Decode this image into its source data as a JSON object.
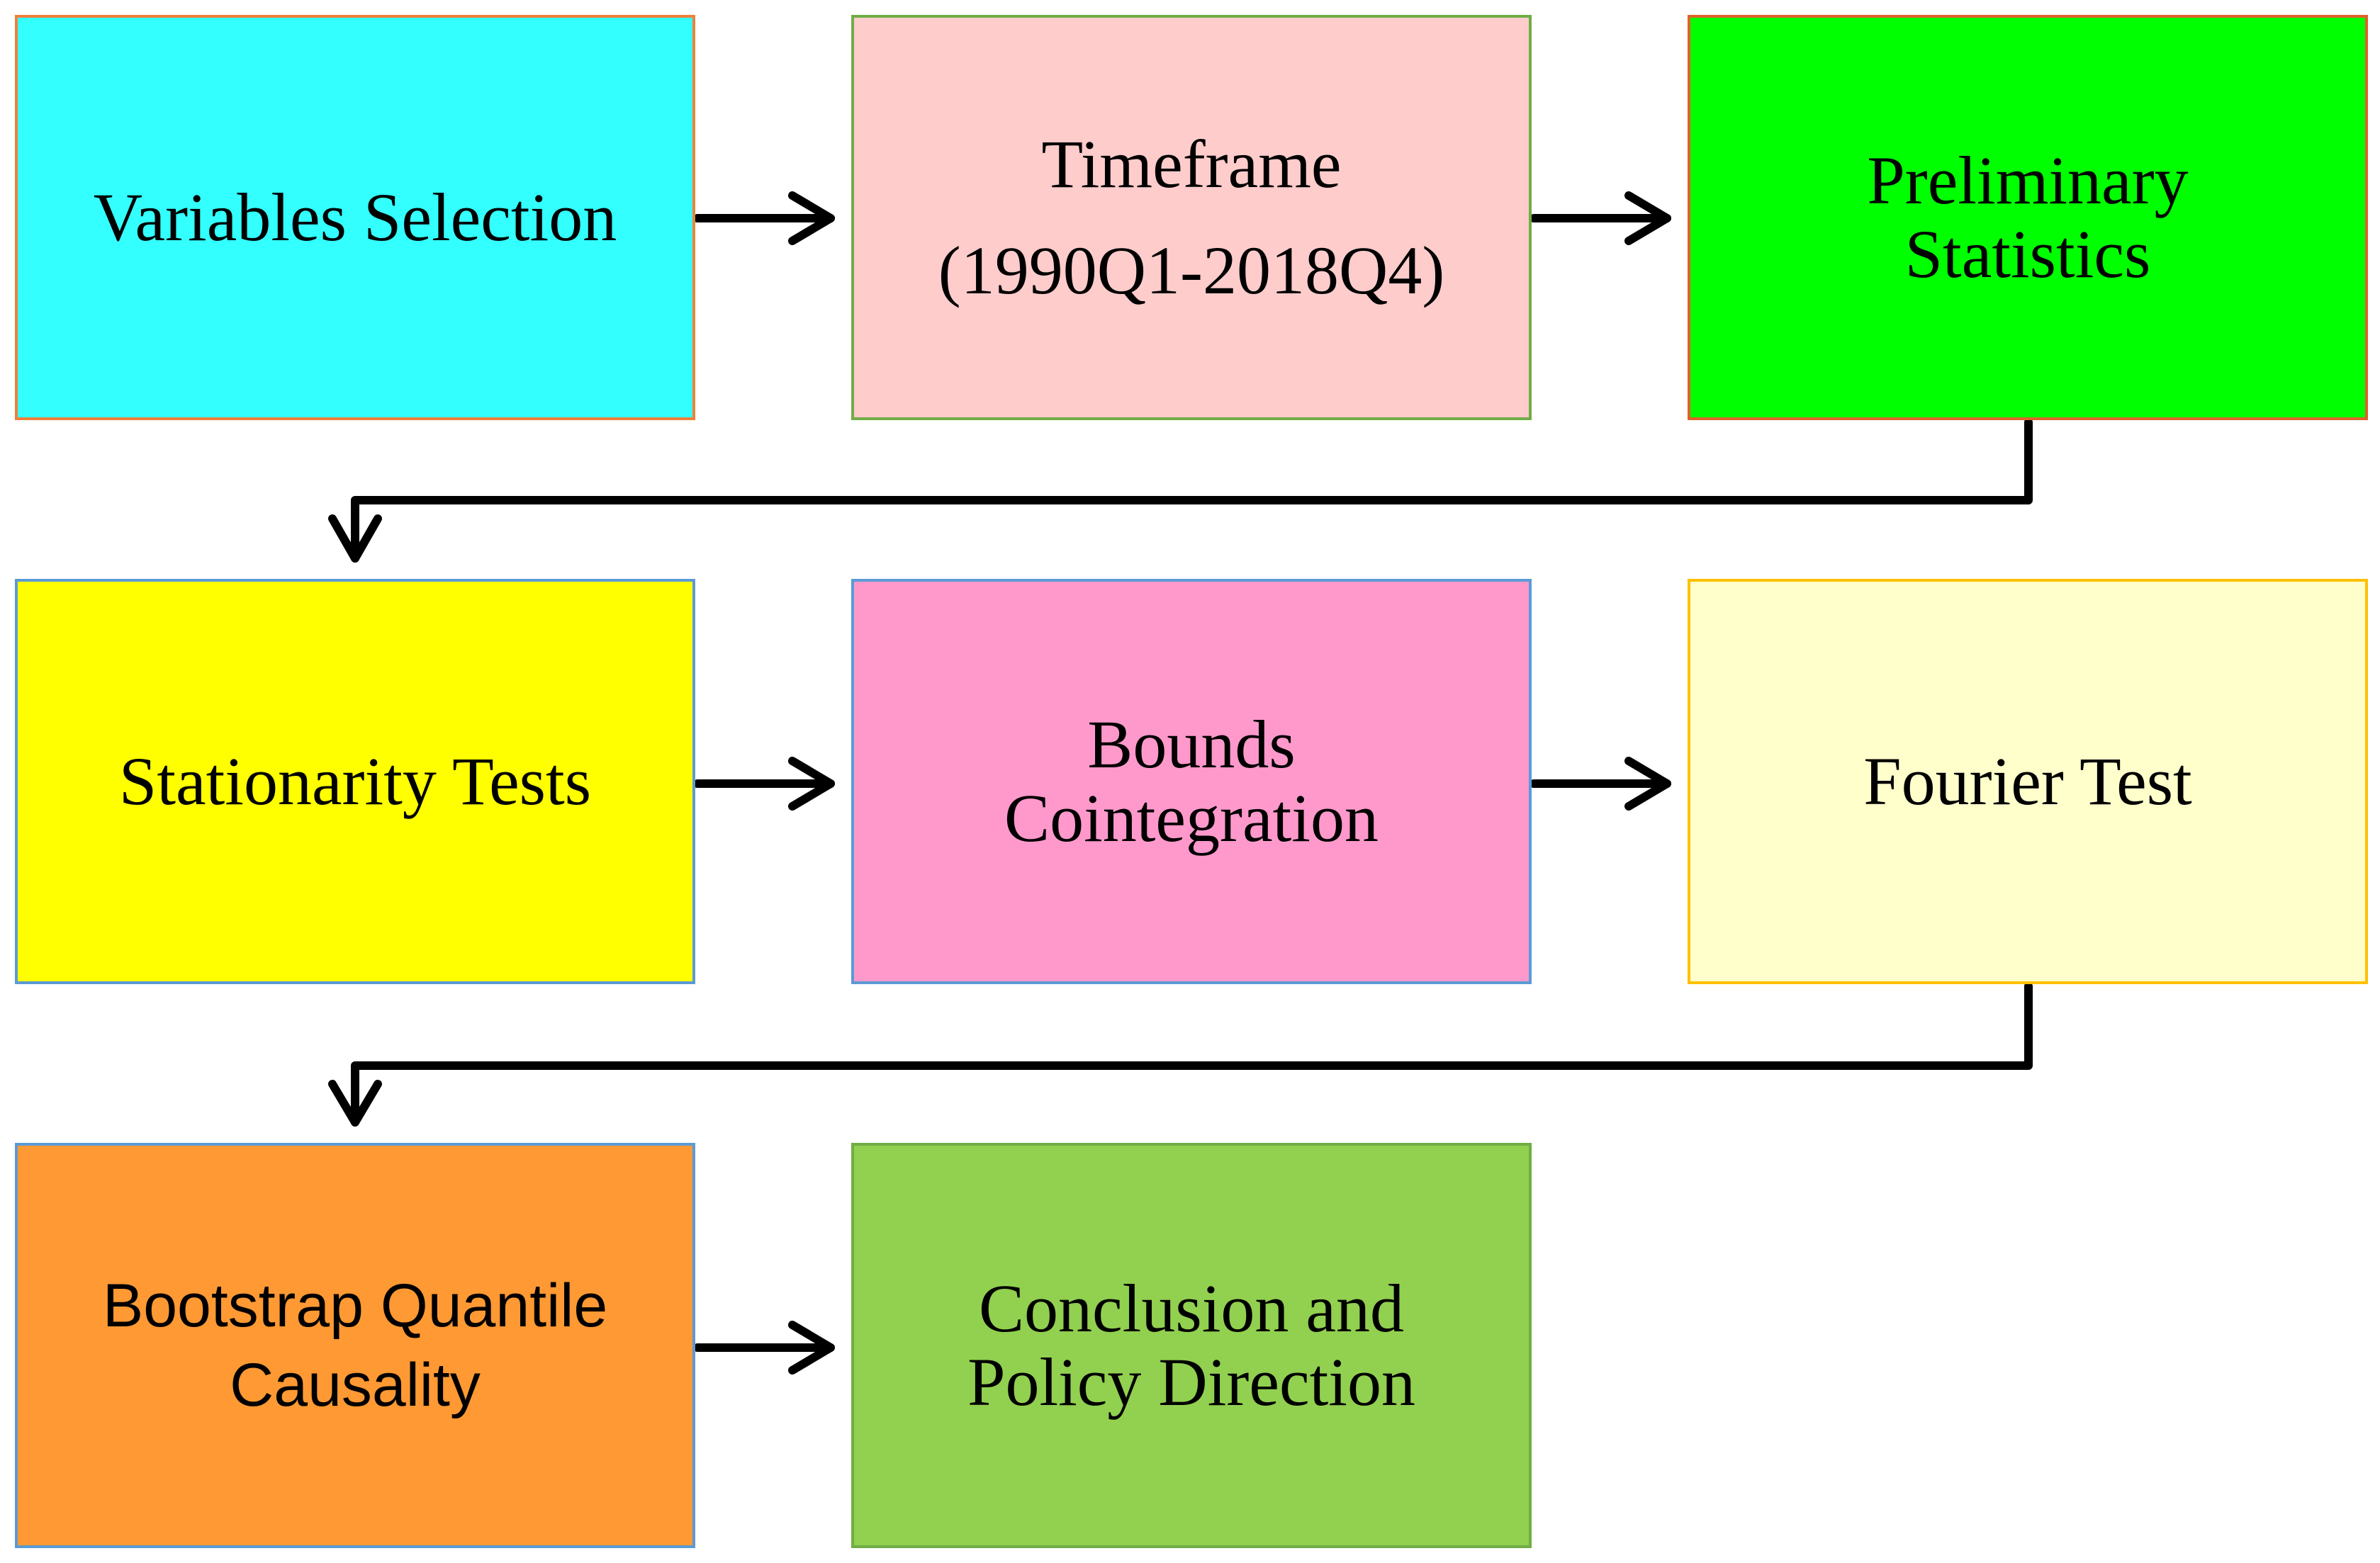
{
  "diagram": {
    "steps": [
      {
        "label": "Variables Selection",
        "fill": "#33ffff",
        "border": "#f0803c"
      },
      {
        "label": "Timeframe\n(1990Q1-2018Q4)",
        "fill": "#ffcccc",
        "border": "#70ad47"
      },
      {
        "label": "Preliminary\nStatistics",
        "fill": "#00ff00",
        "border": "#e0622a"
      },
      {
        "label": "Stationarity Tests",
        "fill": "#ffff00",
        "border": "#5b9bd5"
      },
      {
        "label": "Bounds\nCointegration",
        "fill": "#ff99cc",
        "border": "#5b9bd5"
      },
      {
        "label": "Fourier Test",
        "fill": "#ffffcc",
        "border": "#ffc000"
      },
      {
        "label": "Bootstrap Quantile\nCausality",
        "fill": "#ff9933",
        "border": "#5b9bd5"
      },
      {
        "label": "Conclusion and\nPolicy Direction",
        "fill": "#92d050",
        "border": "#70ad47"
      }
    ],
    "connections": [
      {
        "from": 1,
        "to": 2
      },
      {
        "from": 2,
        "to": 3
      },
      {
        "from": 3,
        "to": 4
      },
      {
        "from": 4,
        "to": 5
      },
      {
        "from": 5,
        "to": 6
      },
      {
        "from": 6,
        "to": 7
      },
      {
        "from": 7,
        "to": 8
      }
    ],
    "arrow_color": "#000000"
  }
}
